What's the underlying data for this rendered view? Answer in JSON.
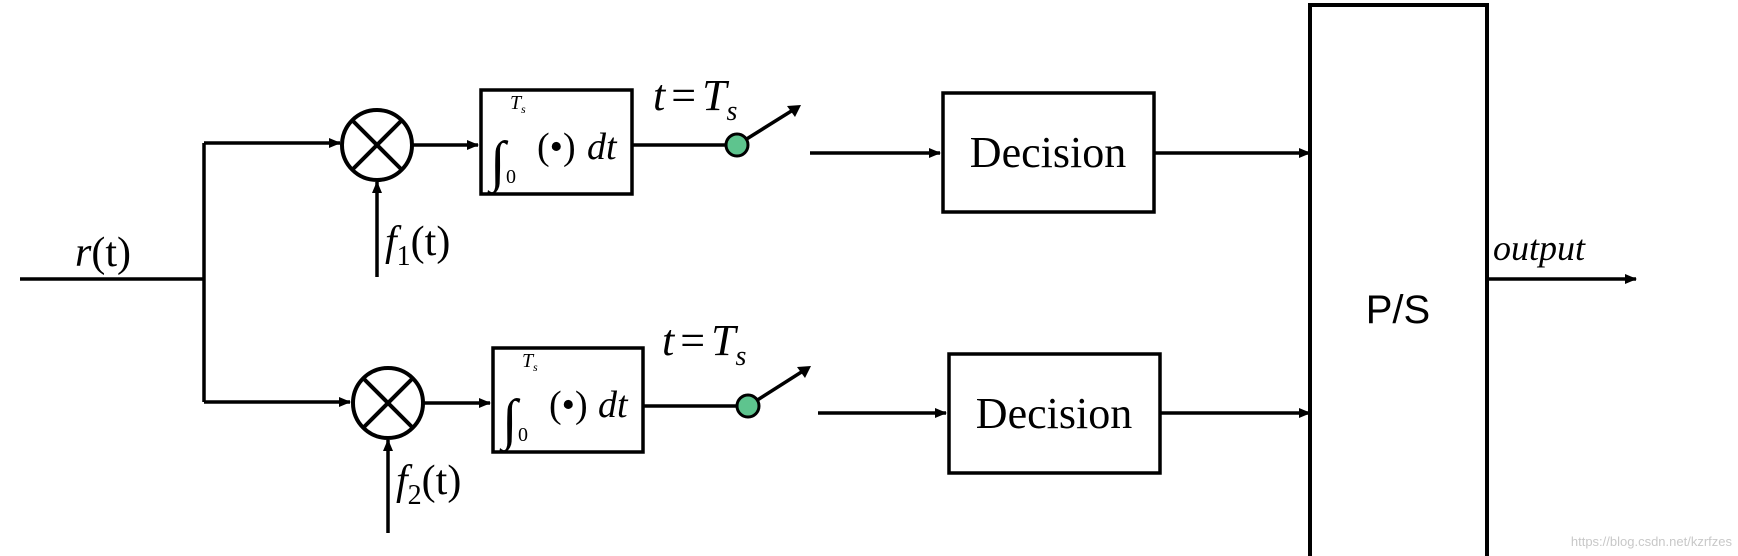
{
  "input": {
    "main": "r",
    "paren": "(t)"
  },
  "branches": [
    {
      "basis": {
        "main": "f",
        "sub": "1",
        "paren": "(t)"
      },
      "integrator": {
        "int": "∫",
        "upper": "T",
        "upper_sub": "s",
        "lower": "0",
        "body": "(•)",
        "dt": "dt"
      },
      "sample": {
        "lhs": "t",
        "eq": "=",
        "rhs": "T",
        "rhs_sub": "s"
      },
      "decision": "Decision"
    },
    {
      "basis": {
        "main": "f",
        "sub": "2",
        "paren": "(t)"
      },
      "integrator": {
        "int": "∫",
        "upper": "T",
        "upper_sub": "s",
        "lower": "0",
        "body": "(•)",
        "dt": "dt"
      },
      "sample": {
        "lhs": "t",
        "eq": "=",
        "rhs": "T",
        "rhs_sub": "s"
      },
      "decision": "Decision"
    }
  ],
  "ps_label": "P/S",
  "output_label": "output",
  "watermark": "https://blog.csdn.net/kzrfzes",
  "colors": {
    "stroke": "#000000",
    "switch_dot": "#5ec48e",
    "watermark": "#c8c8c8"
  }
}
